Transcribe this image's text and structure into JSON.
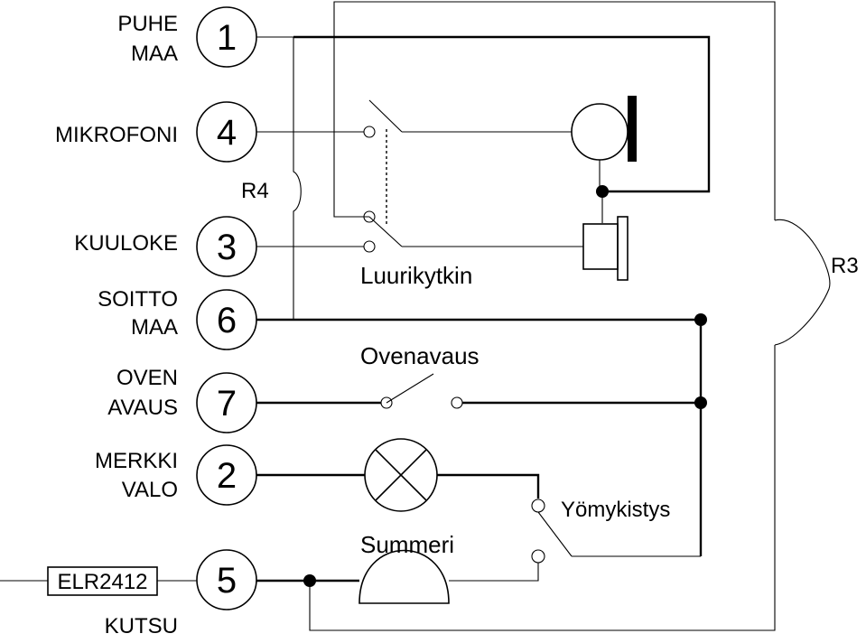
{
  "terminals": [
    {
      "number": "1",
      "label_lines": [
        "PUHE",
        "MAA"
      ]
    },
    {
      "number": "4",
      "label_lines": [
        "MIKROFONI"
      ]
    },
    {
      "number": "3",
      "label_lines": [
        "KUULOKE"
      ]
    },
    {
      "number": "6",
      "label_lines": [
        "SOITTO",
        "MAA"
      ]
    },
    {
      "number": "7",
      "label_lines": [
        "OVEN",
        "AVAUS"
      ]
    },
    {
      "number": "2",
      "label_lines": [
        "MERKKI",
        "VALO"
      ]
    },
    {
      "number": "5",
      "label_lines": [
        "KUTSU"
      ]
    }
  ],
  "resistors": {
    "r4": "R4",
    "r3": "R3"
  },
  "components": {
    "hook_switch": "Luurikytkin",
    "door_switch": "Ovenavaus",
    "buzzer": "Summeri",
    "night_lock": "Yömykistys"
  },
  "external_device": "ELR2412"
}
